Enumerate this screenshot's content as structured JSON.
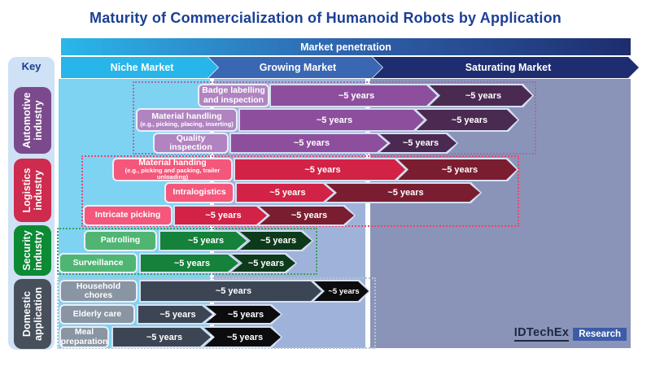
{
  "title": "Maturity of Commercialization of Humanoid Robots by Application",
  "key_panel": {
    "label": "Key"
  },
  "market_bar": {
    "label": "Market penetration"
  },
  "phases": [
    {
      "label": "Niche Market"
    },
    {
      "label": "Growing Market"
    },
    {
      "label": "Saturating Market"
    }
  ],
  "groups": [
    {
      "name_line1": "Automotive",
      "name_line2": "industry",
      "rows": [
        {
          "label": "Badge labelling and inspection",
          "phase1": "~5 years",
          "phase2": "~5 years"
        },
        {
          "label": "Material handling",
          "sublabel": "(e.g., picking, placing, inserting)",
          "phase1": "~5 years",
          "phase2": "~5 years"
        },
        {
          "label": "Quality inspection",
          "phase1": "~5 years",
          "phase2": "~5 years"
        }
      ]
    },
    {
      "name_line1": "Logistics",
      "name_line2": "industry",
      "rows": [
        {
          "label": "Material handing",
          "sublabel": "(e.g., picking and packing, trailer unloading)",
          "phase1": "~5 years",
          "phase2": "~5 years"
        },
        {
          "label": "Intralogistics",
          "phase1": "~5 years",
          "phase2": "~5 years"
        },
        {
          "label": "Intricate picking",
          "phase1": "~5 years",
          "phase2": "~5 years"
        }
      ]
    },
    {
      "name_line1": "Security",
      "name_line2": "industry",
      "rows": [
        {
          "label": "Patrolling",
          "phase1": "~5 years",
          "phase2": "~5 years"
        },
        {
          "label": "Surveillance",
          "phase1": "~5 years",
          "phase2": "~5 years"
        }
      ]
    },
    {
      "name_line1": "Domestic",
      "name_line2": "application",
      "rows": [
        {
          "label": "Household chores",
          "phase1": "~5 years",
          "phase2": "~5 years"
        },
        {
          "label": "Elderly care",
          "phase1": "~5 years",
          "phase2": "~5 years"
        },
        {
          "label": "Meal preparation",
          "phase1": "~5 years",
          "phase2": "~5 years"
        }
      ]
    }
  ],
  "logo": {
    "brand": "IDTechEx",
    "division": "Research"
  },
  "colors": {
    "title_text": "#1c3f96",
    "niche_arrow": "#28b5e9",
    "growing_arrow": "#3a67b1",
    "saturating_arrow": "#1e2d6f",
    "niche_bg": "#7ed3f2",
    "growing_bg": "#9fb3da",
    "saturating_bg": "#8a94b8",
    "automotive": {
      "group": "#7b4a8c",
      "label_box": "#b184c1",
      "arrow1": "#8d4f9d",
      "arrow2": "#4b2a52",
      "outline": "#9b6fae"
    },
    "logistics": {
      "group": "#ce2b4f",
      "label_box": "#f4577b",
      "arrow1": "#d22245",
      "arrow2": "#7b1d31",
      "outline": "#e8476b"
    },
    "security": {
      "group": "#0c8a34",
      "label_box": "#50b573",
      "arrow1": "#15813a",
      "arrow2": "#0e3a1c",
      "outline": "#3aa060"
    },
    "domestic": {
      "group": "#474f5b",
      "label_box": "#8a95a3",
      "arrow1": "#3c4553",
      "arrow2": "#0c0c0e",
      "outline": "#b9c2cd"
    },
    "logo_badge": "#3d5ca8"
  }
}
